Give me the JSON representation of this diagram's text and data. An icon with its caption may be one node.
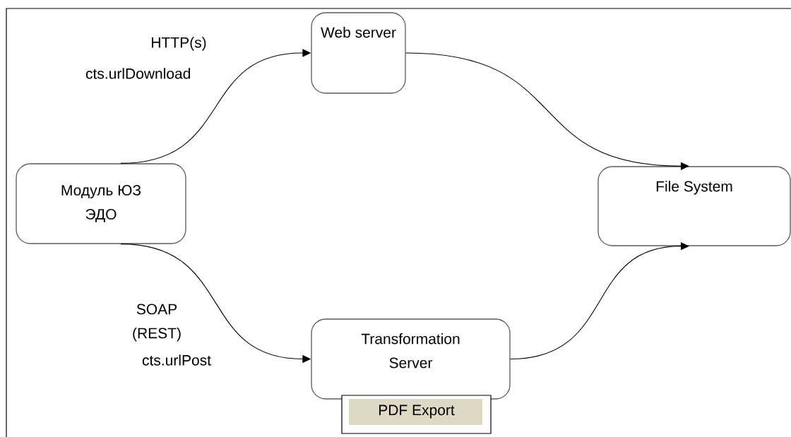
{
  "diagram": {
    "nodes": [
      {
        "text": [
          "Web server"
        ]
      },
      {
        "text": [
          "Модуль ЮЗ ЭДО"
        ]
      },
      {
        "text": [
          "File System"
        ]
      },
      {
        "text": [
          "Transformation Server"
        ]
      },
      {
        "text": [
          "PDF Export"
        ]
      }
    ],
    "edges": [
      {
        "from": 1,
        "to": 0,
        "arrow": "to"
      },
      {
        "from": 0,
        "to": 2,
        "arrow": "to"
      },
      {
        "from": 1,
        "to": 3,
        "arrow": "to"
      },
      {
        "from": 3,
        "to": 2,
        "arrow": "to"
      }
    ],
    "labels": [
      "HTTP(s)",
      "cts.urlDownload",
      "SOAP (REST)",
      "cts.urlPost"
    ]
  }
}
